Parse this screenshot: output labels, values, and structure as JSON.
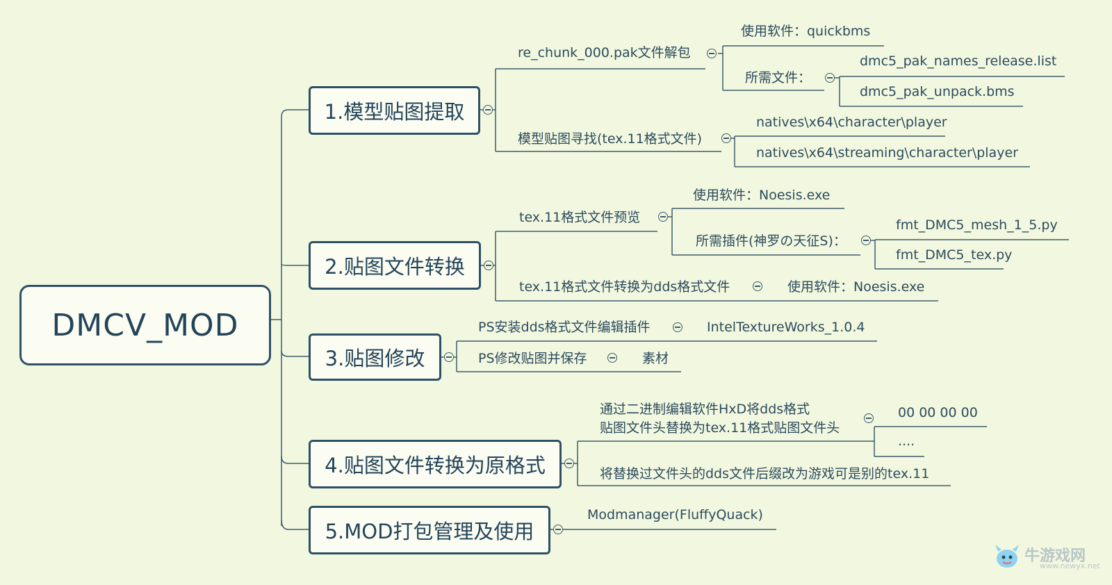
{
  "root": {
    "label": "DMCV_MOD"
  },
  "branches": [
    {
      "label": "1.模型贴图提取",
      "children": [
        {
          "label": "re_chunk_000.pak文件解包",
          "children": [
            {
              "label": "使用软件：quickbms"
            },
            {
              "label": "所需文件：",
              "children": [
                "dmc5_pak_names_release.list",
                "dmc5_pak_unpack.bms"
              ]
            }
          ]
        },
        {
          "label": "模型贴图寻找(tex.11格式文件)",
          "children": [
            "natives\\x64\\character\\player",
            "natives\\x64\\streaming\\character\\player"
          ]
        }
      ]
    },
    {
      "label": "2.贴图文件转换",
      "children": [
        {
          "label": "tex.11格式文件预览",
          "children": [
            {
              "label": "使用软件：Noesis.exe"
            },
            {
              "label": "所需插件(神罗の天征S)：",
              "children": [
                "fmt_DMC5_mesh_1_5.py",
                "fmt_DMC5_tex.py"
              ]
            }
          ]
        },
        {
          "label": "tex.11格式文件转换为dds格式文件",
          "children": [
            "使用软件：Noesis.exe"
          ]
        }
      ]
    },
    {
      "label": "3.贴图修改",
      "children": [
        {
          "label": "PS安装dds格式文件编辑插件",
          "children": [
            "IntelTextureWorks_1.0.4"
          ]
        },
        {
          "label": "PS修改贴图并保存",
          "children": [
            "素材"
          ]
        }
      ]
    },
    {
      "label": "4.贴图文件转换为原格式",
      "children": [
        {
          "label_lines": [
            "通过二进制编辑软件HxD将dds格式",
            "贴图文件头替换为tex.11格式贴图文件头"
          ],
          "children": [
            "00 00 00 00",
            "...."
          ]
        },
        {
          "label": "将替换过文件头的dds文件后缀改为游戏可是别的tex.11"
        }
      ]
    },
    {
      "label": "5.MOD打包管理及使用",
      "children": [
        {
          "label": "Modmanager(FluffyQuack)"
        }
      ]
    }
  ],
  "watermark": {
    "text": "牛游戏网",
    "url": "www.newyx.net"
  },
  "colors": {
    "background": "#f2f8df",
    "line": "#3d5a6c",
    "node_border": "#2e5066",
    "text": "#2c4a5e"
  }
}
